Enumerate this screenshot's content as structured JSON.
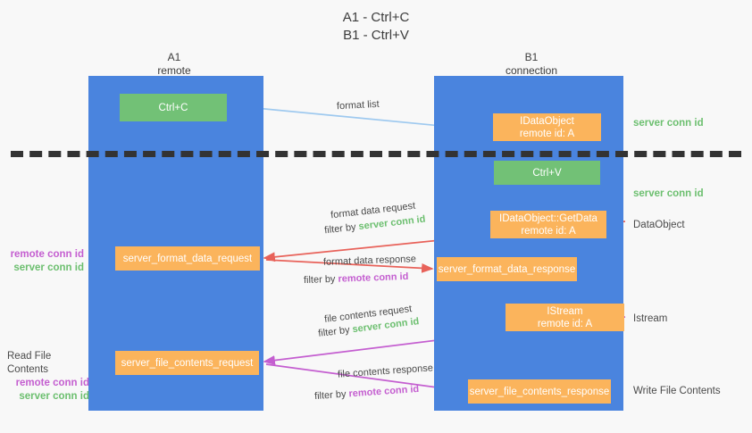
{
  "title": {
    "line1": "A1 - Ctrl+C",
    "line2": "B1 - Ctrl+V"
  },
  "lanes": [
    {
      "name": "A1",
      "sub": "remote"
    },
    {
      "name": "B1",
      "sub": "connection"
    }
  ],
  "boxes": {
    "ctrl_c": "Ctrl+C",
    "idataobject": {
      "line1": "IDataObject",
      "line2": "remote id: A"
    },
    "ctrl_v": "Ctrl+V",
    "getdata": {
      "line1": "IDataObject::GetData",
      "line2": "remote id: A"
    },
    "format_data_request": "server_format_data_request",
    "format_data_response": "server_format_data_response",
    "istream": {
      "line1": "IStream",
      "line2": "remote id: A"
    },
    "file_contents_request": "server_file_contents_request",
    "file_contents_response": "server_file_contents_response"
  },
  "right_labels": {
    "server_conn_id_1": "server conn id",
    "server_conn_id_2": "server conn id",
    "dataobject": "DataObject",
    "istream": "Istream",
    "write_file_contents": "Write File Contents"
  },
  "left_labels": {
    "remote_conn_id_1": "remote conn id",
    "server_conn_id_1": "server conn id",
    "read_file_contents": "Read File Contents",
    "remote_conn_id_2": "remote conn id",
    "server_conn_id_2": "server conn id"
  },
  "arrow_labels": {
    "format_list": "format list",
    "format_data_request": "format data request",
    "format_data_request_filter_prefix": "filter by ",
    "format_data_request_filter_value": "server conn id",
    "format_data_response": "format data response",
    "format_data_response_filter_prefix": "filter by ",
    "format_data_response_filter_value": "remote conn id",
    "file_contents_request": "file contents request",
    "file_contents_request_filter_prefix": "filter by ",
    "file_contents_request_filter_value": "server conn id",
    "file_contents_response": "file contents response",
    "file_contents_response_filter_prefix": "filter by ",
    "file_contents_response_filter_value": "remote conn id"
  },
  "colors": {
    "lane_blue": "#4a84de",
    "box_green": "#72c176",
    "box_orange": "#fbb45c",
    "server_conn_green": "#6cbf6f",
    "remote_conn_purple": "#c45ed0",
    "arrow_lightblue": "#9ec9ef",
    "arrow_red": "#e8625a",
    "arrow_magenta": "#c45ed0",
    "arrow_black": "#111111",
    "background": "#f8f8f8"
  }
}
